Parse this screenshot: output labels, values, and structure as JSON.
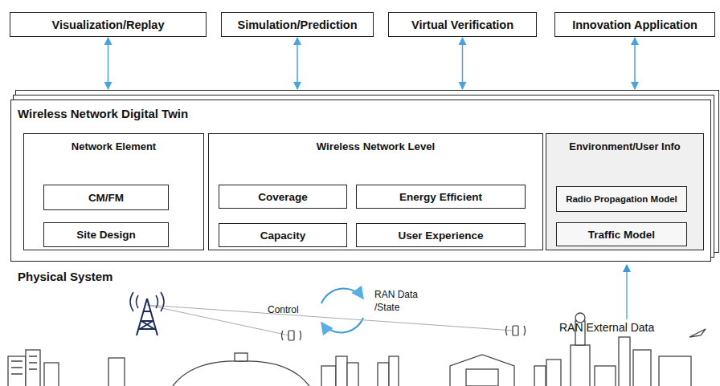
{
  "diagram": {
    "nodes": [
      {
        "text": [
          "Visualization/Replay"
        ]
      },
      {
        "text": [
          "Simulation/Prediction"
        ]
      },
      {
        "text": [
          "Virtual Verification"
        ]
      },
      {
        "text": [
          "Innovation Application"
        ]
      },
      {
        "text": [
          "Wireless Network Digital Twin"
        ]
      },
      {
        "text": [
          "Network Element"
        ],
        "in": 4
      },
      {
        "text": [
          "CM/FM"
        ],
        "in": 5
      },
      {
        "text": [
          "Site Design"
        ],
        "in": 5
      },
      {
        "text": [
          "Wireless Network Level"
        ],
        "in": 4
      },
      {
        "text": [
          "Coverage"
        ],
        "in": 8
      },
      {
        "text": [
          "Energy Efficient"
        ],
        "in": 8
      },
      {
        "text": [
          "Capacity"
        ],
        "in": 8
      },
      {
        "text": [
          "User Experience"
        ],
        "in": 8
      },
      {
        "text": [
          "Environment/User Info"
        ],
        "in": 4
      },
      {
        "text": [
          "Radio Propagation Model"
        ],
        "in": 13
      },
      {
        "text": [
          "Traffic Model"
        ],
        "in": 13
      }
    ],
    "edges": [
      {
        "from": 0,
        "to": 4,
        "arrow": "both"
      },
      {
        "from": 1,
        "to": 4,
        "arrow": "both"
      },
      {
        "from": 2,
        "to": 4,
        "arrow": "both"
      },
      {
        "from": 3,
        "to": 4,
        "arrow": "both"
      }
    ],
    "labels": [
      "Physical System",
      "Control",
      "RAN Data /State",
      "RAN External Data"
    ]
  }
}
